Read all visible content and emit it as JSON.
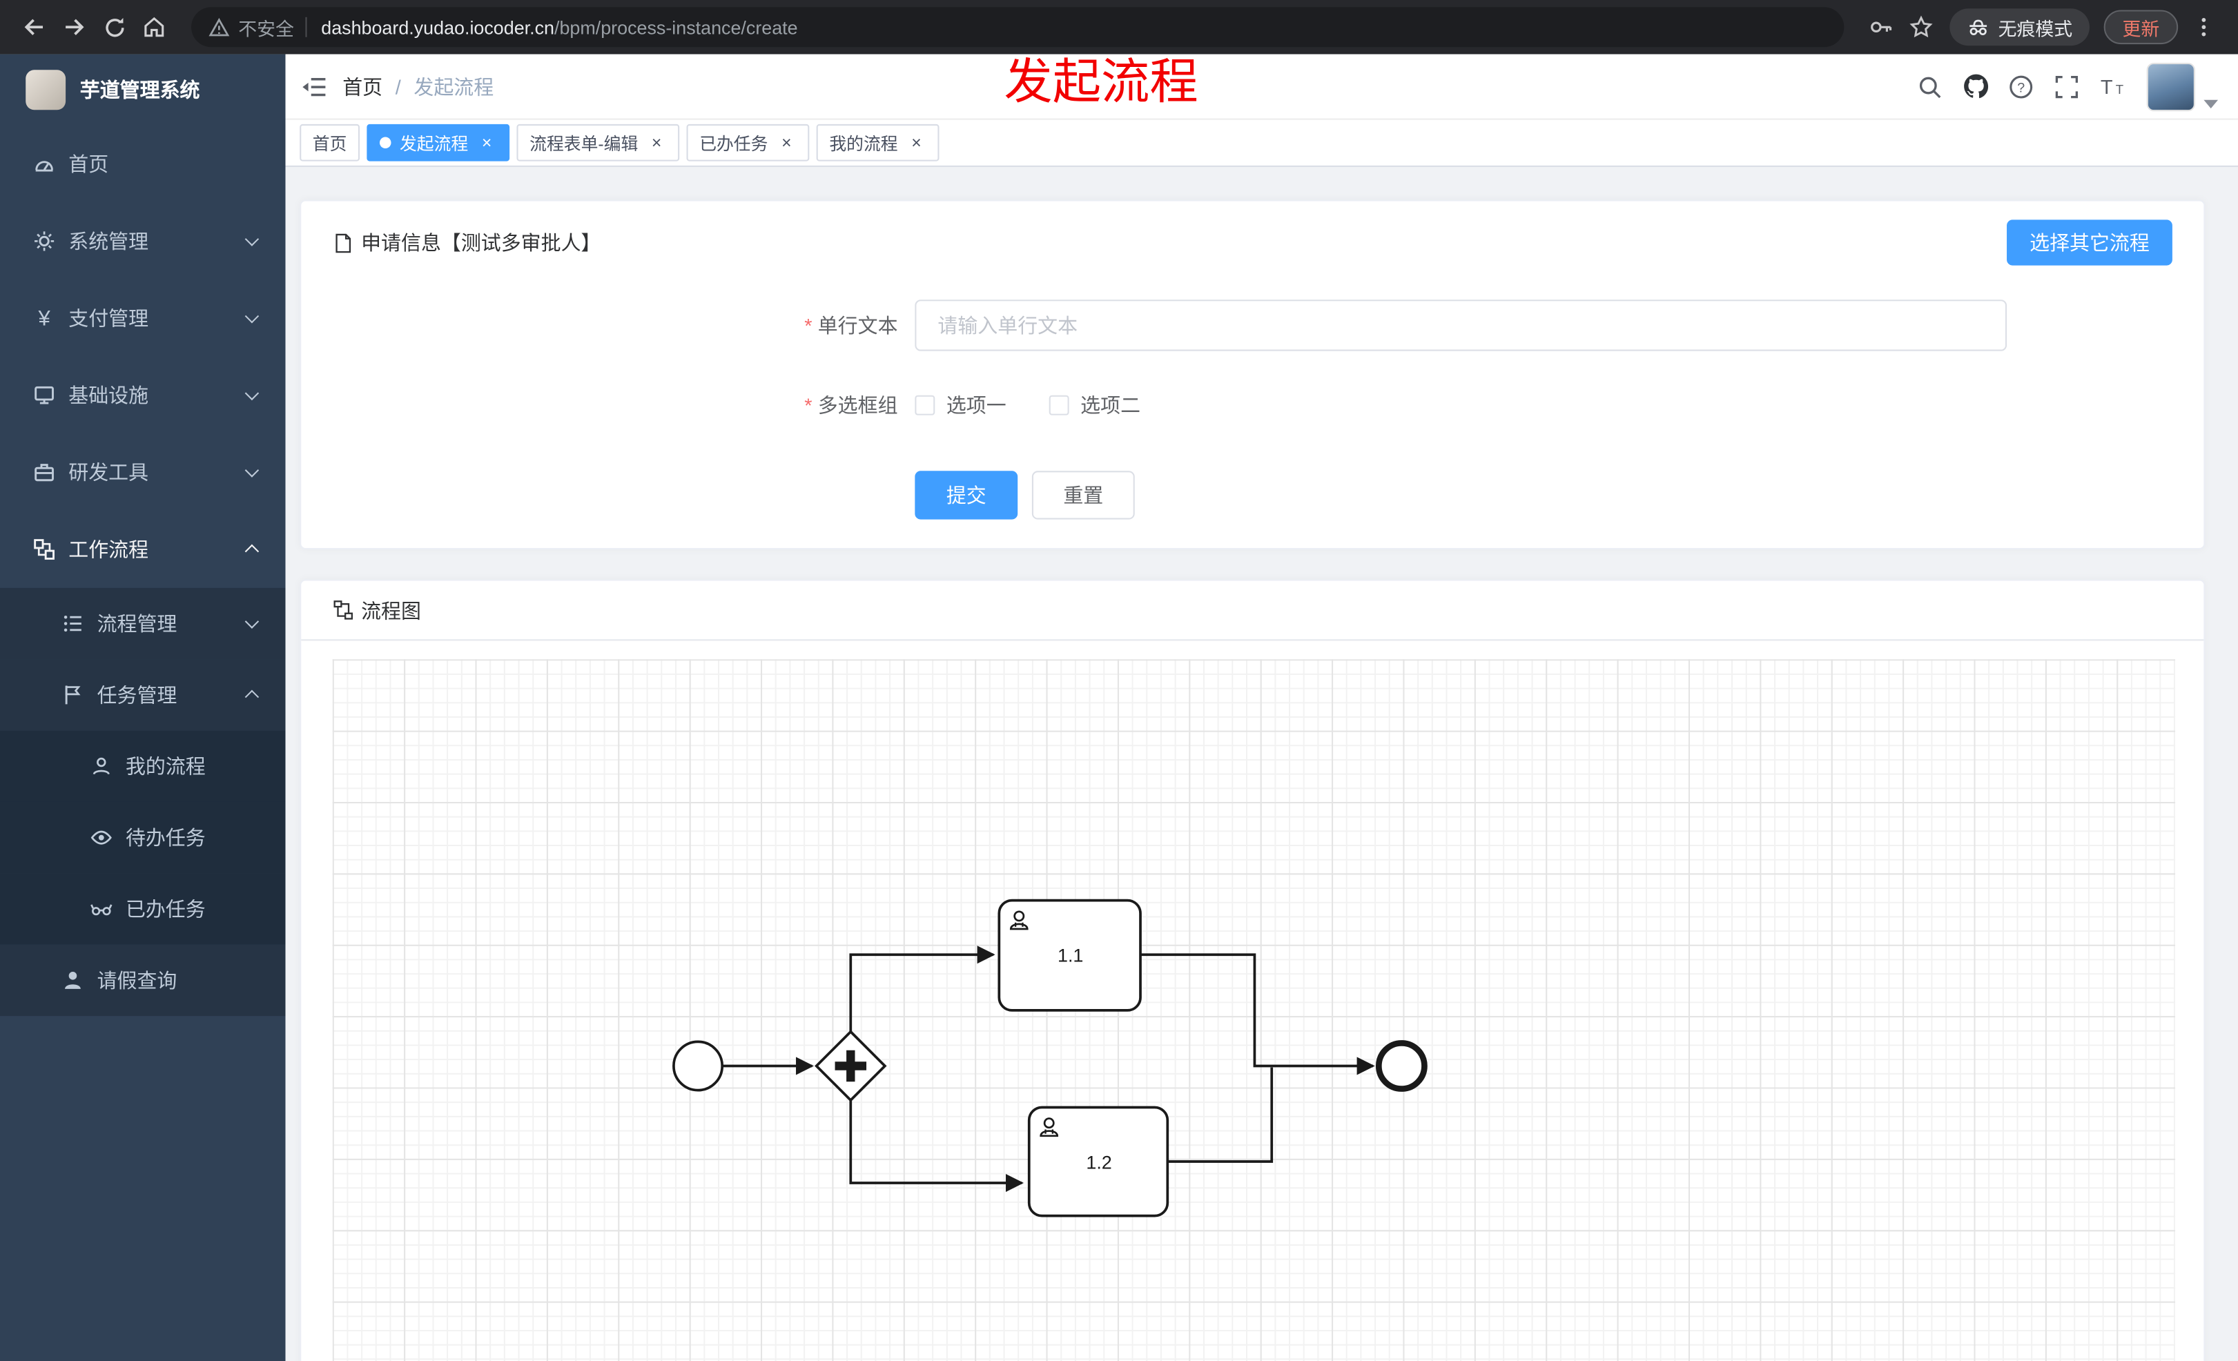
{
  "ui": {
    "close_glyph": "×",
    "required_mark": "*",
    "breadcrumb_separator": "/"
  },
  "icons": {
    "question_glyph": "?",
    "font_size_glyph": "T",
    "yen_glyph": "¥"
  },
  "browser": {
    "security_label": "不安全",
    "url_domain": "dashboard.yudao.iocoder.cn",
    "url_path": "/bpm/process-instance/create",
    "incognito_label": "无痕模式",
    "update_label": "更新"
  },
  "sidebar": {
    "logo_title": "芋道管理系统",
    "items": [
      {
        "label": "首页"
      },
      {
        "label": "系统管理"
      },
      {
        "label": "支付管理"
      },
      {
        "label": "基础设施"
      },
      {
        "label": "研发工具"
      },
      {
        "label": "工作流程"
      },
      {
        "label": "流程管理"
      },
      {
        "label": "任务管理"
      },
      {
        "label": "我的流程"
      },
      {
        "label": "待办任务"
      },
      {
        "label": "已办任务"
      },
      {
        "label": "请假查询"
      }
    ]
  },
  "header": {
    "breadcrumb_home": "首页",
    "breadcrumb_current": "发起流程",
    "overlay_title": "发起流程"
  },
  "tabs": [
    {
      "label": "首页",
      "active": false,
      "closable": false
    },
    {
      "label": "发起流程",
      "active": true,
      "closable": true
    },
    {
      "label": "流程表单-编辑",
      "active": false,
      "closable": true
    },
    {
      "label": "已办任务",
      "active": false,
      "closable": true
    },
    {
      "label": "我的流程",
      "active": false,
      "closable": true
    }
  ],
  "form_card": {
    "title": "申请信息【测试多审批人】",
    "select_other_button": "选择其它流程",
    "text_field": {
      "label": "单行文本",
      "required": true,
      "placeholder": "请输入单行文本",
      "value": ""
    },
    "checkbox_field": {
      "label": "多选框组",
      "required": true,
      "options": [
        {
          "label": "选项一",
          "checked": false
        },
        {
          "label": "选项二",
          "checked": false
        }
      ]
    },
    "submit_label": "提交",
    "reset_label": "重置"
  },
  "diagram_card": {
    "title": "流程图",
    "nodes": [
      {
        "type": "user-task",
        "label": "1.1"
      },
      {
        "type": "user-task",
        "label": "1.2"
      }
    ]
  },
  "colors": {
    "primary": "#409eff",
    "required_mark": "#f56c6c",
    "overlay_title": "#f20000",
    "sidebar_bg": "#304156",
    "sidebar_sub_bg": "#263445",
    "active_tab_bg": "#409eff"
  }
}
